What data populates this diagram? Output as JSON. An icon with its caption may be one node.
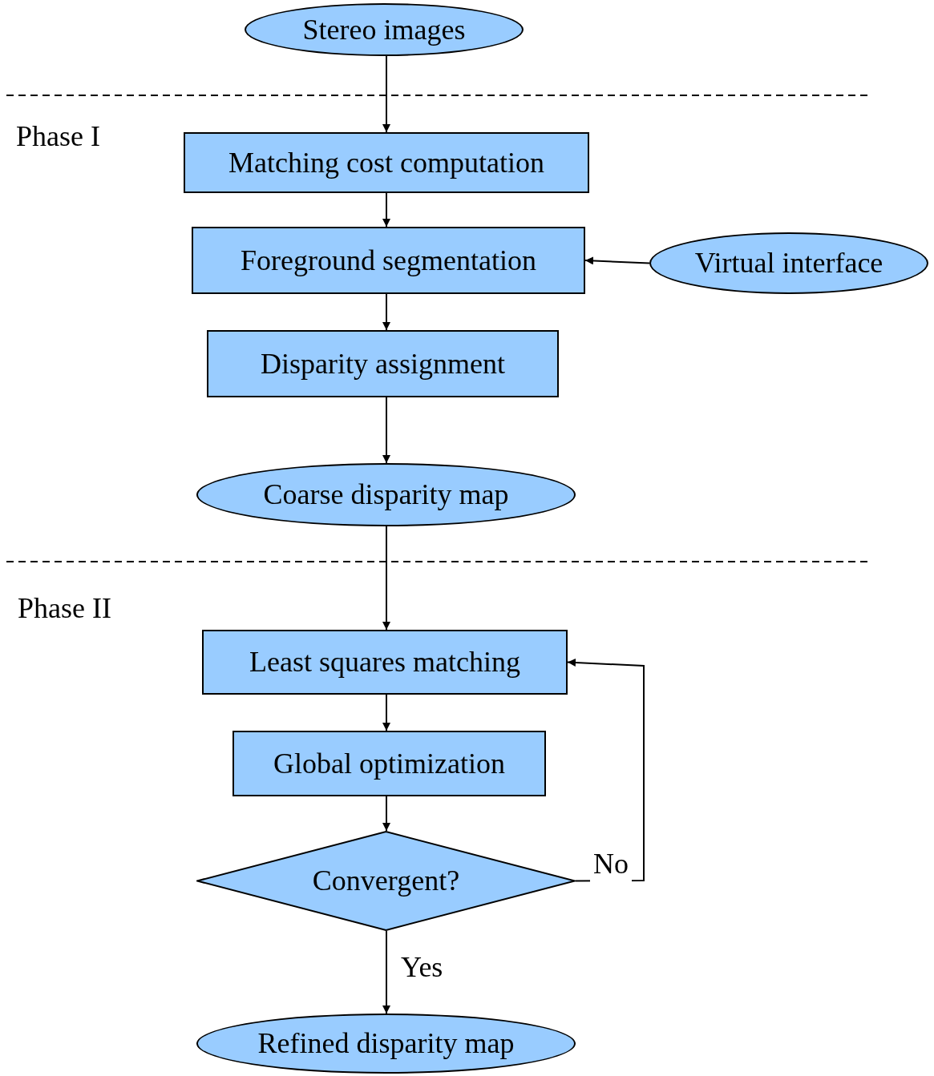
{
  "diagram": {
    "nodes": [
      {
        "text": [
          "Stereo images"
        ]
      },
      {
        "text": [
          "Matching cost computation"
        ]
      },
      {
        "text": [
          "Foreground segmentation"
        ]
      },
      {
        "text": [
          "Virtual interface"
        ]
      },
      {
        "text": [
          "Disparity assignment"
        ]
      },
      {
        "text": [
          "Coarse disparity map"
        ]
      },
      {
        "text": [
          "Least squares matching"
        ]
      },
      {
        "text": [
          "Global optimization"
        ]
      },
      {
        "text": [
          "Convergent?"
        ]
      },
      {
        "text": [
          "Refined disparity map"
        ]
      }
    ],
    "edges": [
      {
        "from": 0,
        "to": 1,
        "arrow": "to"
      },
      {
        "from": 1,
        "to": 2,
        "arrow": "to"
      },
      {
        "from": 3,
        "to": 2,
        "arrow": "to"
      },
      {
        "from": 2,
        "to": 4,
        "arrow": "to"
      },
      {
        "from": 4,
        "to": 5,
        "arrow": "to"
      },
      {
        "from": 5,
        "to": 6,
        "arrow": "to"
      },
      {
        "from": 6,
        "to": 7,
        "arrow": "to"
      },
      {
        "from": 7,
        "to": 8,
        "arrow": "to"
      },
      {
        "from": 8,
        "to": 6,
        "label": "No",
        "arrow": "to"
      },
      {
        "from": 8,
        "to": 9,
        "label": "Yes",
        "arrow": "to"
      }
    ],
    "labels": [
      "Phase I",
      "Phase II"
    ]
  }
}
